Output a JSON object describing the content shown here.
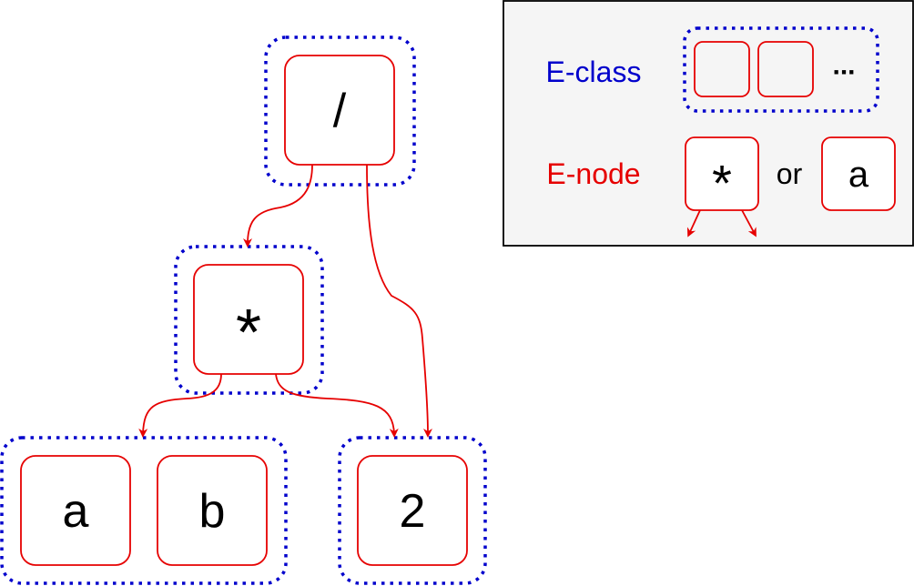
{
  "colors": {
    "eclass_border": "#0000cc",
    "enode_border": "#e60000",
    "edge": "#e60000",
    "legend_bg": "#f5f5f5",
    "legend_border": "#000000",
    "text": "#000000"
  },
  "nodes": {
    "div": "/",
    "mul": "*",
    "a": "a",
    "b": "b",
    "two": "2"
  },
  "legend": {
    "eclass_label": "E-class",
    "eclass_ellipsis": "...",
    "enode_label": "E-node",
    "enode_example_op": "*",
    "or_text": "or",
    "enode_example_leaf": "a"
  }
}
